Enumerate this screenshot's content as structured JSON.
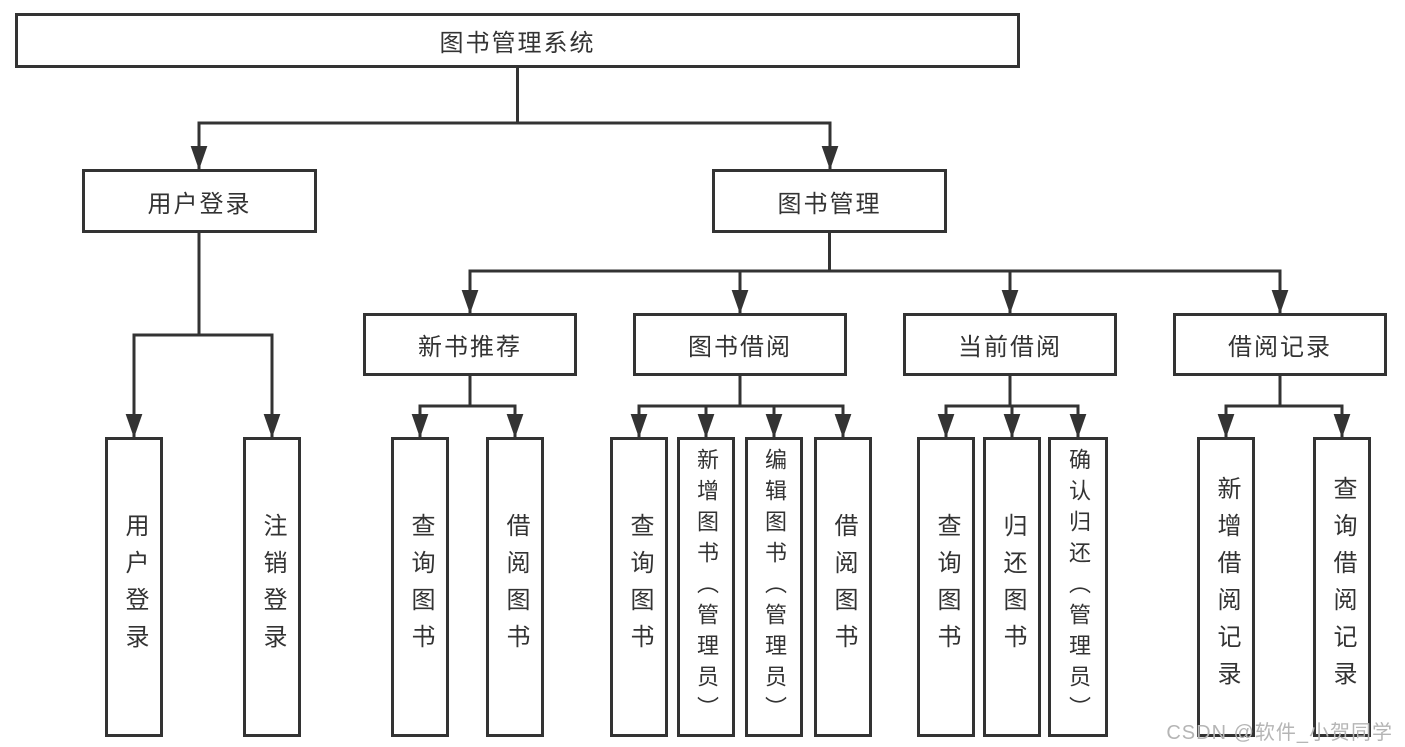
{
  "diagram": {
    "type": "hierarchy",
    "tree": {
      "root": "图书管理系统",
      "branches": [
        {
          "label": "用户登录",
          "children": [
            {
              "label": "用户登录"
            },
            {
              "label": "注销登录"
            }
          ]
        },
        {
          "label": "图书管理",
          "children": [
            {
              "label": "新书推荐",
              "children": [
                {
                  "label": "查询图书"
                },
                {
                  "label": "借阅图书"
                }
              ]
            },
            {
              "label": "图书借阅",
              "children": [
                {
                  "label": "查询图书"
                },
                {
                  "label": "新增图书（管理员）"
                },
                {
                  "label": "编辑图书（管理员）"
                },
                {
                  "label": "借阅图书"
                }
              ]
            },
            {
              "label": "当前借阅",
              "children": [
                {
                  "label": "查询图书"
                },
                {
                  "label": "归还图书"
                },
                {
                  "label": "确认归还（管理员）"
                }
              ]
            },
            {
              "label": "借阅记录",
              "children": [
                {
                  "label": "新增借阅记录"
                },
                {
                  "label": "查询借阅记录"
                }
              ]
            }
          ]
        }
      ]
    },
    "colors": {
      "line": "#333333",
      "box_border": "#333333",
      "text": "#333333",
      "background": "#ffffff",
      "watermark_text": "#b5b5b5"
    },
    "watermark": "CSDN @软件_小贺同学"
  }
}
